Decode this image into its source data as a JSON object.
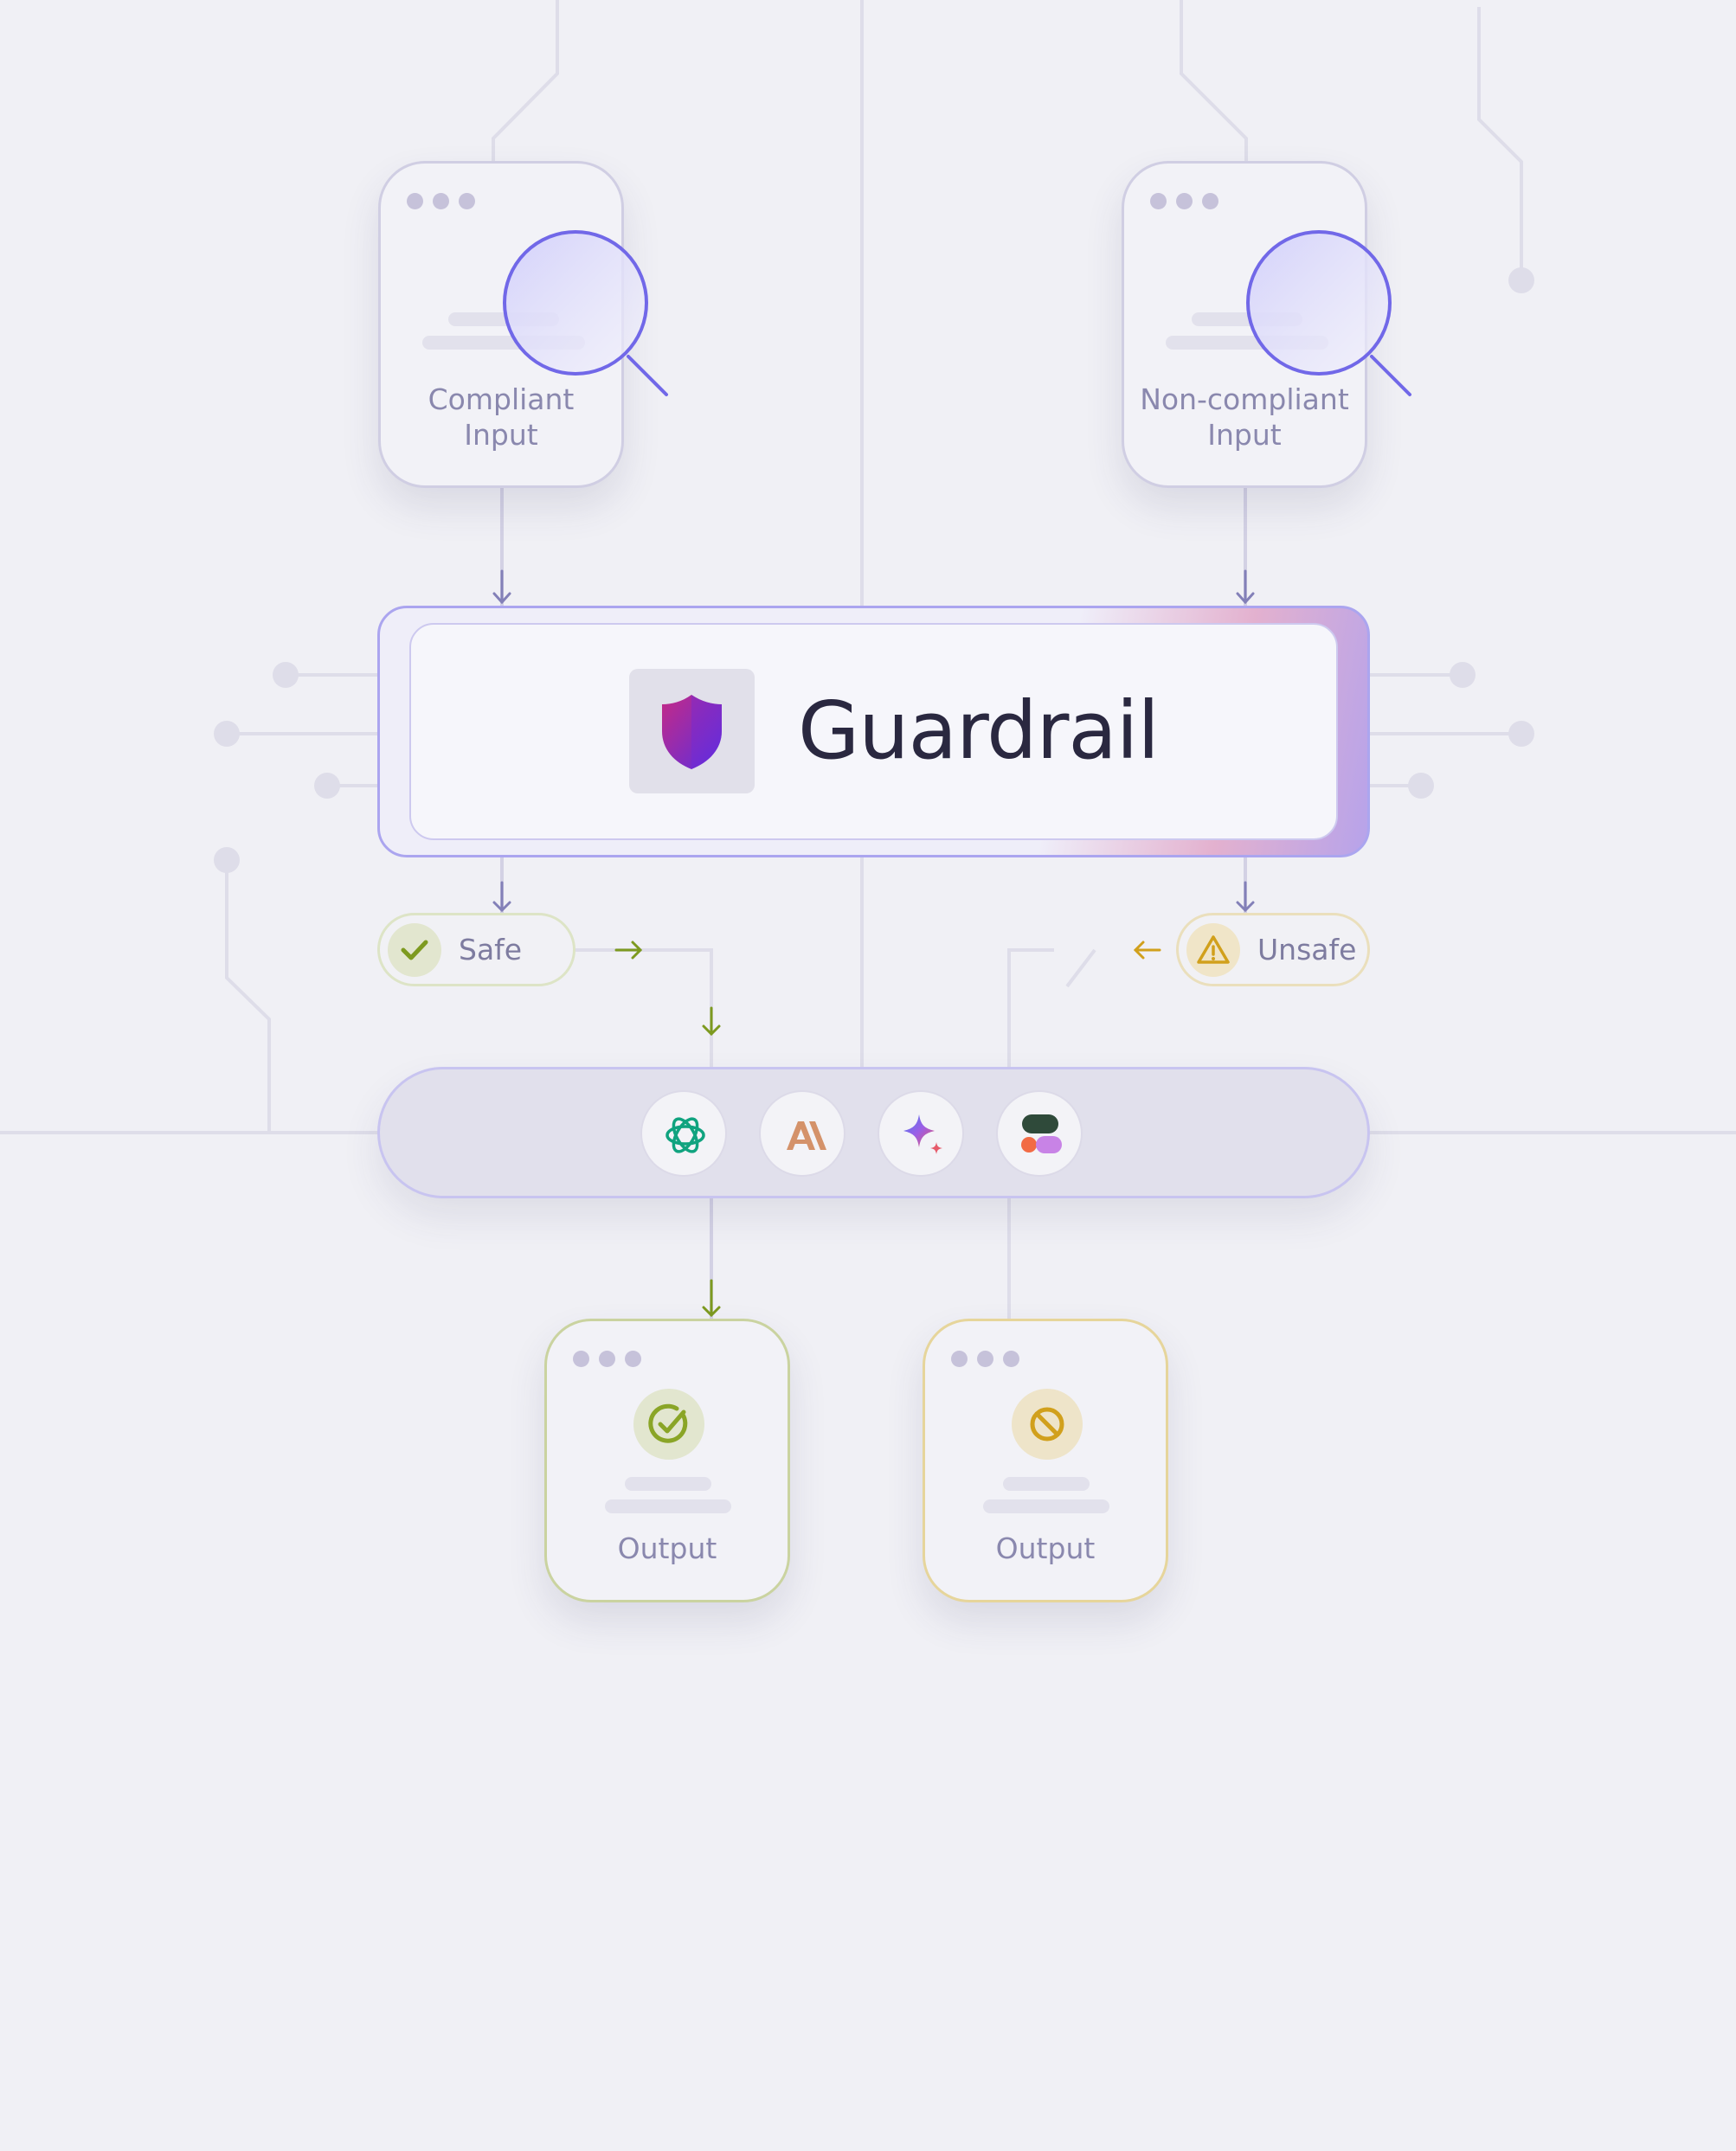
{
  "inputs": [
    {
      "label": "Compliant\nInput"
    },
    {
      "label": "Non-compliant\nInput"
    }
  ],
  "guardrail": {
    "title": "Guardrail",
    "icon": "shield-icon"
  },
  "verdicts": {
    "safe": {
      "label": "Safe",
      "icon": "checkmark-icon",
      "color": "#7d9a1f"
    },
    "unsafe": {
      "label": "Unsafe",
      "icon": "warning-icon",
      "color": "#d1a01c"
    }
  },
  "models": [
    {
      "icon": "openai-icon"
    },
    {
      "icon": "anthropic-icon"
    },
    {
      "icon": "gemini-icon"
    },
    {
      "icon": "model-icon"
    }
  ],
  "outputs": [
    {
      "label": "Output",
      "icon": "check-circle-icon",
      "color": "#8aa527"
    },
    {
      "label": "Output",
      "icon": "blocked-icon",
      "color": "#d1a01c"
    }
  ],
  "colors": {
    "accent": "#7168e8",
    "connector": "#dedde9",
    "safe_border": "#cad3a0",
    "unsafe_border": "#e6d59b"
  }
}
